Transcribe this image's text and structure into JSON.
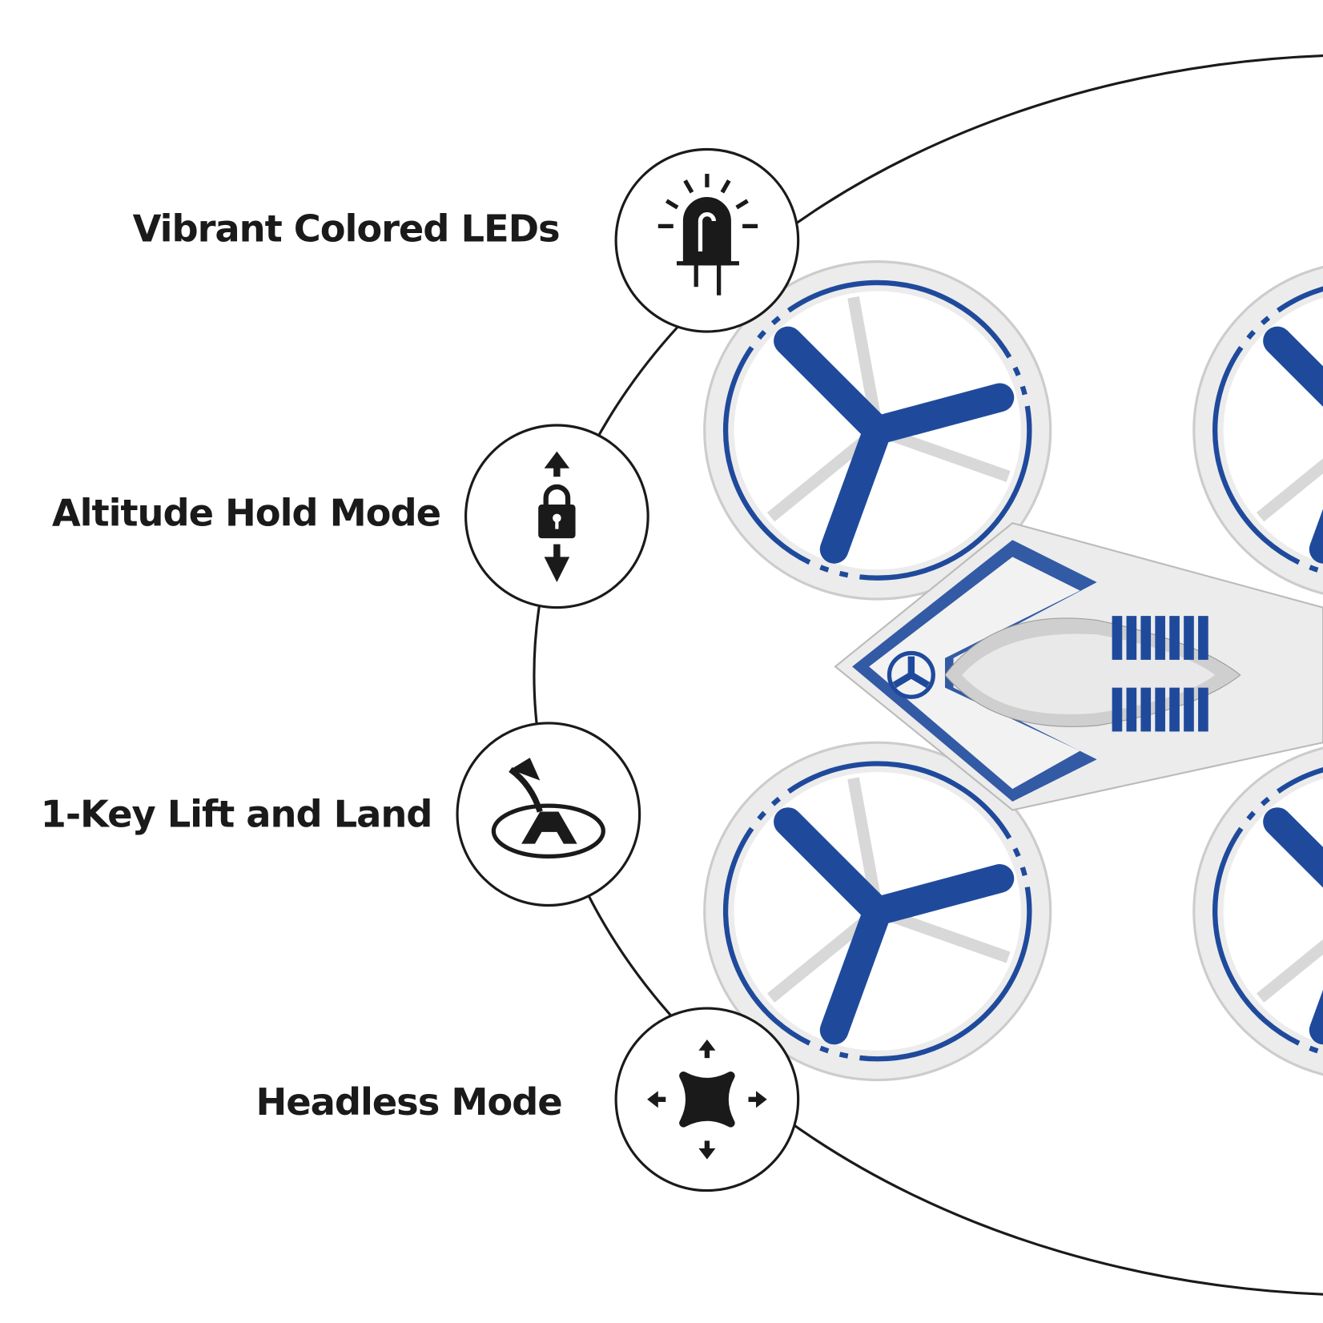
{
  "features": [
    {
      "label": "Vibrant Colored LEDs",
      "icon": "led-light-icon"
    },
    {
      "label": "Altitude Hold Mode",
      "icon": "altitude-lock-icon"
    },
    {
      "label": "1-Key Lift and Land",
      "icon": "helipad-takeoff-icon"
    },
    {
      "label": "Headless Mode",
      "icon": "headless-directions-icon"
    }
  ],
  "colors": {
    "accent_blue": "#1f4a9c",
    "line": "#1a1a1a",
    "drone_body": "#e6e6e6"
  }
}
